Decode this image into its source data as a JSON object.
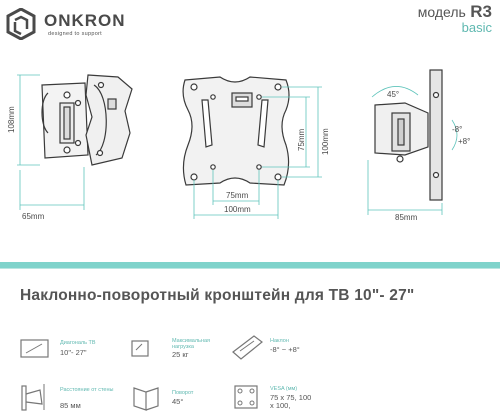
{
  "brand": {
    "name": "ONKRON",
    "tagline": "designed to support"
  },
  "model": {
    "label": "модель",
    "code": "R3",
    "variant": "basic"
  },
  "dimensions": {
    "side_width": "65mm",
    "side_height": "108mm",
    "front_inner_width": "75mm",
    "front_outer_width": "100mm",
    "front_inner_height": "75mm",
    "front_outer_height": "100mm",
    "profile_depth": "85mm",
    "swivel": "45°",
    "tilt_down": "-8°",
    "tilt_up": "+8°"
  },
  "title": "Наклонно-поворотный кронштейн для ТВ 10\"- 27\"",
  "specs": [
    {
      "label": "Диагональ ТВ",
      "value": "10\"- 27\"",
      "icon": "tv-icon"
    },
    {
      "label": "Максимальная нагрузка",
      "value": "25 кг",
      "icon": "weight-icon"
    },
    {
      "label": "Наклон",
      "value": "-8° ~ +8°",
      "icon": "tilt-icon"
    },
    {
      "label": "Расстояние от стены",
      "value": "85 мм",
      "icon": "wall-distance-icon"
    },
    {
      "label": "Поворот",
      "value": "45°",
      "icon": "swivel-icon"
    },
    {
      "label": "VESA (мм)",
      "value": "75 x 75, 100 x 100,",
      "icon": "vesa-icon"
    }
  ],
  "colors": {
    "accent": "#5fc4bb",
    "band": "#7fd3cb",
    "text": "#555555"
  }
}
